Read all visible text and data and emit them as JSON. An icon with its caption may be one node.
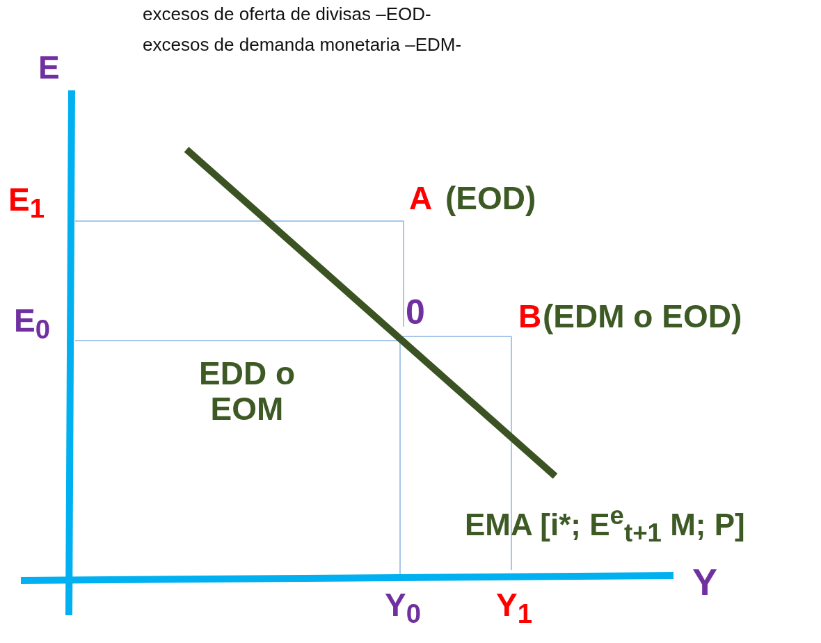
{
  "diagram": {
    "labels": [
      "excesos de oferta de divisas –EOD-",
      "excesos de demanda monetaria –EDM-",
      "E",
      "E$_{1}$",
      "A",
      "(EOD)",
      "0",
      "E$_{0}$",
      "B",
      "(EDM o EOD)",
      "EDD o EOM",
      "EMA [i*; E$^{e}$$_{t+1}$ M; P]",
      "Y",
      "Y$_{0}$",
      "Y$_{1}$"
    ]
  }
}
